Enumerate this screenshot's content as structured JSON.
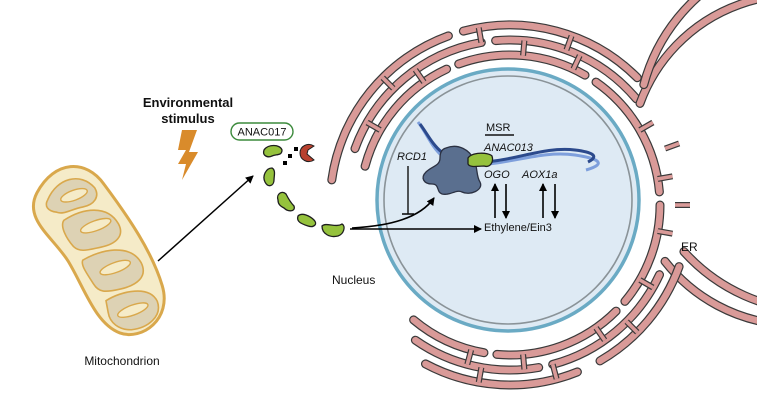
{
  "labels": {
    "stimulus_line1": "Environmental",
    "stimulus_line2": "stimulus",
    "anac017": "ANAC017",
    "msr": "MSR",
    "anac013": "ANAC013",
    "rcd1": "RCD1",
    "ogo": "OGO",
    "aox1a": "AOX1a",
    "ethylene": "Ethylene/Ein3",
    "nucleus": "Nucleus",
    "er": "ER",
    "mitochondrion": "Mitochondrion"
  },
  "icons": {
    "stimulus": "lightning-bolt-icon",
    "protein": "anac017-fragment-icon",
    "protease": "protease-pacman-icon"
  },
  "colors": {
    "stimulus_text": "#a33a2e",
    "lightning": "#d98b2b",
    "mito_outer": "#f5ebc8",
    "mito_border": "#d9a84c",
    "mito_inner": "#ddd2b4",
    "er_fill": "#d99a98",
    "nucleus_fill": "#deeaf4",
    "nucleus_outer": "#6aaac4",
    "nucleus_inner": "#8a9398",
    "dna_dark": "#2c4a8c",
    "dna_light": "#7e9fdc",
    "polymerase": "#5a6f8f",
    "protein_green": "#95c23d",
    "protease_red": "#b8402e",
    "anac_box_border": "#3c8a3c"
  }
}
